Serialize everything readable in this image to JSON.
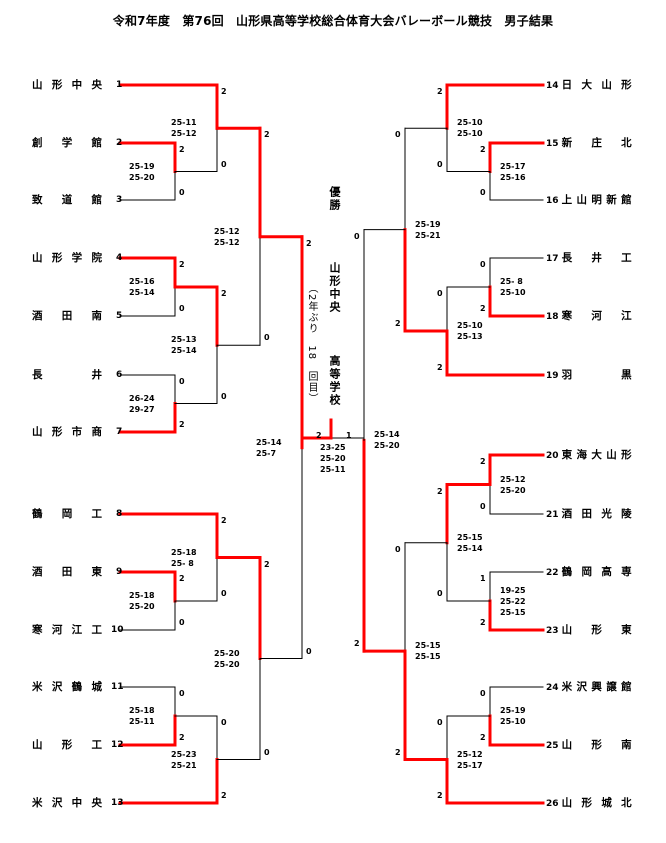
{
  "title": "令和7年度　第76回　山形県高等学校総合体育大会バレーボール競技　男子結果",
  "colors": {
    "winner_line": "#ff0000",
    "loser_line": "#000000"
  },
  "champion": {
    "label": "優勝",
    "school_line1": "山形中央",
    "school_line2": "高等学校",
    "note": "（2年ぶり　18　回目）"
  },
  "teams_left": [
    {
      "seed": "1",
      "name": "山形中央"
    },
    {
      "seed": "2",
      "name": "創学館"
    },
    {
      "seed": "3",
      "name": "致道館"
    },
    {
      "seed": "4",
      "name": "山形学院"
    },
    {
      "seed": "5",
      "name": "酒田南"
    },
    {
      "seed": "6",
      "name": "長井"
    },
    {
      "seed": "7",
      "name": "山形市商"
    },
    {
      "seed": "8",
      "name": "鶴岡工"
    },
    {
      "seed": "9",
      "name": "酒田東"
    },
    {
      "seed": "10",
      "name": "寒河江工"
    },
    {
      "seed": "11",
      "name": "米沢鶴城"
    },
    {
      "seed": "12",
      "name": "山形工"
    },
    {
      "seed": "13",
      "name": "米沢中央"
    }
  ],
  "teams_right": [
    {
      "seed": "14",
      "name": "日大山形"
    },
    {
      "seed": "15",
      "name": "新庄北"
    },
    {
      "seed": "16",
      "name": "上山明新館"
    },
    {
      "seed": "17",
      "name": "長井工"
    },
    {
      "seed": "18",
      "name": "寒河江"
    },
    {
      "seed": "19",
      "name": "羽黒"
    },
    {
      "seed": "20",
      "name": "東海大山形"
    },
    {
      "seed": "21",
      "name": "酒田光陵"
    },
    {
      "seed": "22",
      "name": "鶴岡高専"
    },
    {
      "seed": "23",
      "name": "山形東"
    },
    {
      "seed": "24",
      "name": "米沢興譲館"
    },
    {
      "seed": "25",
      "name": "山形南"
    },
    {
      "seed": "26",
      "name": "山形城北"
    }
  ],
  "matches": [
    {
      "id": "L1",
      "top": "創学館",
      "bottom": "致道館",
      "score_top": "2",
      "score_bottom": "0",
      "sets": [
        "25-19",
        "25-20"
      ],
      "winner": "top"
    },
    {
      "id": "L2",
      "top": "山形中央",
      "bottom": "L1",
      "score_top": "2",
      "score_bottom": "0",
      "sets": [
        "25-11",
        "25-12"
      ],
      "winner": "top"
    },
    {
      "id": "L3",
      "top": "山形学院",
      "bottom": "酒田南",
      "score_top": "2",
      "score_bottom": "0",
      "sets": [
        "25-16",
        "25-14"
      ],
      "winner": "top"
    },
    {
      "id": "L4",
      "top": "長井",
      "bottom": "山形市商",
      "score_top": "0",
      "score_bottom": "2",
      "sets": [
        "26-24",
        "29-27"
      ],
      "winner": "bottom"
    },
    {
      "id": "L5",
      "top": "L3",
      "bottom": "L4",
      "score_top": "2",
      "score_bottom": "0",
      "sets": [
        "25-13",
        "25-14"
      ],
      "winner": "top"
    },
    {
      "id": "L6",
      "top": "L2",
      "bottom": "L5",
      "score_top": "2",
      "score_bottom": "0",
      "sets": [
        "25-12",
        "25-12"
      ],
      "winner": "top"
    },
    {
      "id": "L7",
      "top": "酒田東",
      "bottom": "寒河江工",
      "score_top": "2",
      "score_bottom": "0",
      "sets": [
        "25-18",
        "25-20"
      ],
      "winner": "top"
    },
    {
      "id": "L8",
      "top": "鶴岡工",
      "bottom": "L7",
      "score_top": "2",
      "score_bottom": "0",
      "sets": [
        "25-18",
        "25- 8"
      ],
      "winner": "top"
    },
    {
      "id": "L9",
      "top": "米沢鶴城",
      "bottom": "山形工",
      "score_top": "0",
      "score_bottom": "2",
      "sets": [
        "25-18",
        "25-11"
      ],
      "winner": "bottom"
    },
    {
      "id": "L10",
      "top": "L9",
      "bottom": "米沢中央",
      "score_top": "0",
      "score_bottom": "2",
      "sets": [
        "25-23",
        "25-21"
      ],
      "winner": "bottom"
    },
    {
      "id": "L11",
      "top": "L8",
      "bottom": "L10",
      "score_top": "2",
      "score_bottom": "0",
      "sets": [
        "25-20",
        "25-20"
      ],
      "winner": "top"
    },
    {
      "id": "L12",
      "top": "L6",
      "bottom": "L11",
      "score_top": "2",
      "score_bottom": "0",
      "sets": [
        "25-14",
        "25-7"
      ],
      "winner": "top"
    },
    {
      "id": "R1",
      "top": "新庄北",
      "bottom": "上山明新館",
      "score_top": "2",
      "score_bottom": "0",
      "sets": [
        "25-17",
        "25-16"
      ],
      "winner": "top"
    },
    {
      "id": "R2",
      "top": "日大山形",
      "bottom": "R1",
      "score_top": "2",
      "score_bottom": "0",
      "sets": [
        "25-10",
        "25-10"
      ],
      "winner": "top"
    },
    {
      "id": "R3",
      "top": "長井工",
      "bottom": "寒河江",
      "score_top": "0",
      "score_bottom": "2",
      "sets": [
        "25- 8",
        "25-10"
      ],
      "winner": "bottom"
    },
    {
      "id": "R4",
      "top": "R3",
      "bottom": "羽黒",
      "score_top": "0",
      "score_bottom": "2",
      "sets": [
        "25-10",
        "25-13"
      ],
      "winner": "bottom"
    },
    {
      "id": "R5",
      "top": "R2",
      "bottom": "R4",
      "score_top": "0",
      "score_bottom": "2",
      "sets": [
        "25-19",
        "25-21"
      ],
      "winner": "bottom"
    },
    {
      "id": "R6",
      "top": "東海大山形",
      "bottom": "酒田光陵",
      "score_top": "2",
      "score_bottom": "0",
      "sets": [
        "25-12",
        "25-20"
      ],
      "winner": "top"
    },
    {
      "id": "R7",
      "top": "鶴岡高専",
      "bottom": "山形東",
      "score_top": "1",
      "score_bottom": "2",
      "sets": [
        "19-25",
        "25-22",
        "25-15"
      ],
      "winner": "bottom"
    },
    {
      "id": "R8",
      "top": "R6",
      "bottom": "R7",
      "score_top": "2",
      "score_bottom": "0",
      "sets": [
        "25-15",
        "25-14"
      ],
      "winner": "top"
    },
    {
      "id": "R9",
      "top": "米沢興譲館",
      "bottom": "山形南",
      "score_top": "0",
      "score_bottom": "2",
      "sets": [
        "25-19",
        "25-10"
      ],
      "winner": "bottom"
    },
    {
      "id": "R10",
      "top": "R9",
      "bottom": "山形城北",
      "score_top": "0",
      "score_bottom": "2",
      "sets": [
        "25-12",
        "25-17"
      ],
      "winner": "bottom"
    },
    {
      "id": "R11",
      "top": "R8",
      "bottom": "R10",
      "score_top": "0",
      "score_bottom": "2",
      "sets": [
        "25-15",
        "25-15"
      ],
      "winner": "bottom"
    },
    {
      "id": "R12",
      "top": "R5",
      "bottom": "R11",
      "score_top": "0",
      "score_bottom": "2",
      "sets": [
        "25-14",
        "25-20"
      ],
      "winner": "bottom"
    },
    {
      "id": "F",
      "top": "L12",
      "bottom": "R12",
      "score_top": "2",
      "score_bottom": "1",
      "sets": [
        "23-25",
        "25-20",
        "25-11"
      ],
      "winner": "top"
    }
  ]
}
